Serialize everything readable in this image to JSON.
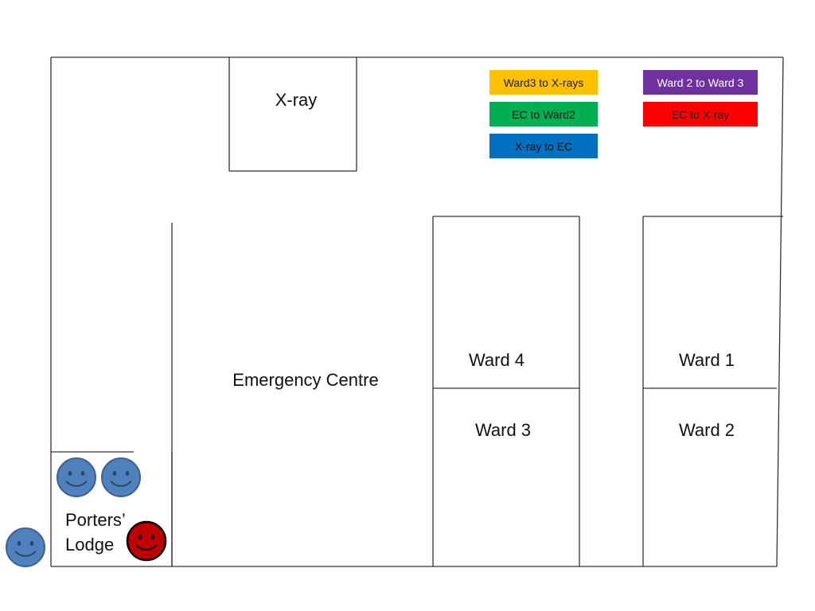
{
  "rooms": {
    "xray": "X-ray",
    "emergency_centre": "Emergency Centre",
    "ward4": "Ward 4",
    "ward3": "Ward 3",
    "ward1": "Ward 1",
    "ward2": "Ward 2",
    "porters_lodge_line1": "Porters’",
    "porters_lodge_line2": "Lodge"
  },
  "legend": [
    {
      "label": "Ward3 to X-rays",
      "color": "#ffc000",
      "text_color": "#222222"
    },
    {
      "label": "EC to Ward2",
      "color": "#00b050",
      "text_color": "#222222"
    },
    {
      "label": "X-ray to EC",
      "color": "#0070c0",
      "text_color": "#111111"
    },
    {
      "label": "Ward 2 to Ward 3",
      "color": "#7030a0",
      "text_color": "#ffffff"
    },
    {
      "label": "EC to X-ray",
      "color": "#ff0000",
      "text_color": "#222222"
    }
  ],
  "porters": [
    {
      "icon": "smiley-face-icon",
      "color": "#4f81bd"
    },
    {
      "icon": "smiley-face-icon",
      "color": "#4f81bd"
    },
    {
      "icon": "smiley-face-icon",
      "color": "#c00000"
    },
    {
      "icon": "smiley-face-icon",
      "color": "#4f81bd"
    }
  ]
}
